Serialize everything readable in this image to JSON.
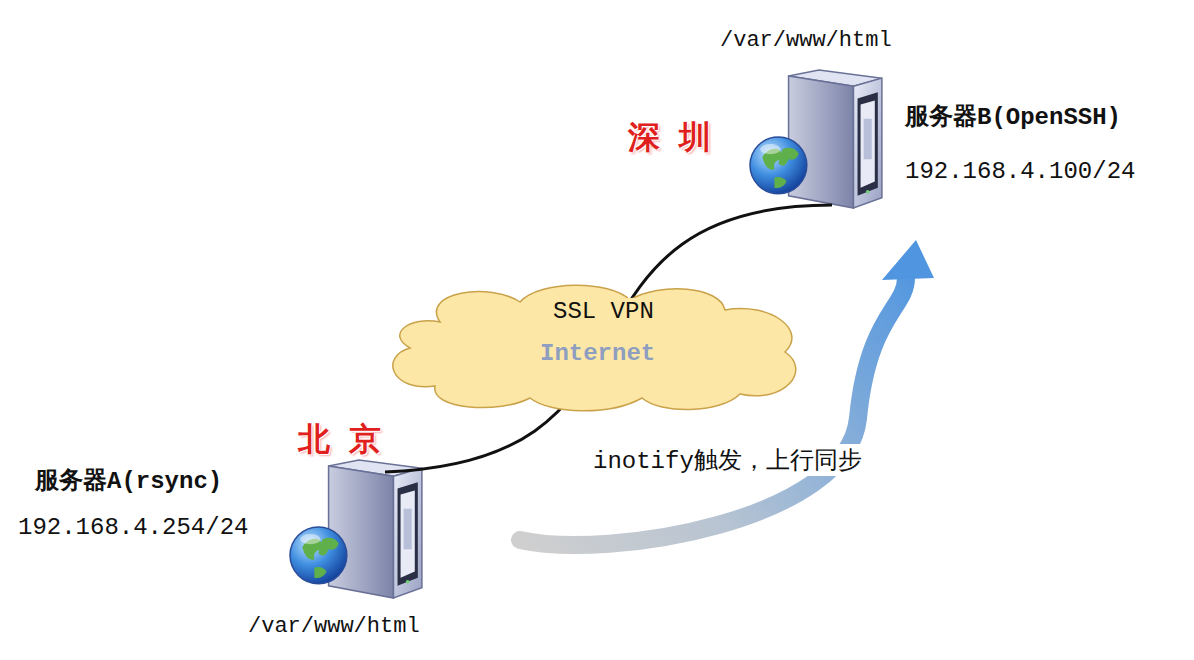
{
  "diagram": {
    "nodes": [
      {
        "text": [
          "/var/www/html",
          "服务器B(OpenSSH)",
          "192.168.4.100/24"
        ]
      },
      {
        "text": [
          "SSL VPN",
          "Internet"
        ]
      },
      {
        "text": [
          "服务器A(rsync)",
          "192.168.4.254/24",
          "/var/www/html"
        ]
      }
    ],
    "edges": [
      {
        "from": 2,
        "to": 0,
        "arrow": "none"
      },
      {
        "from": 2,
        "to": 0,
        "arrow": "to",
        "label": "inotify触发，上行同步"
      }
    ],
    "labels": [
      "深 圳",
      "北 京"
    ]
  }
}
